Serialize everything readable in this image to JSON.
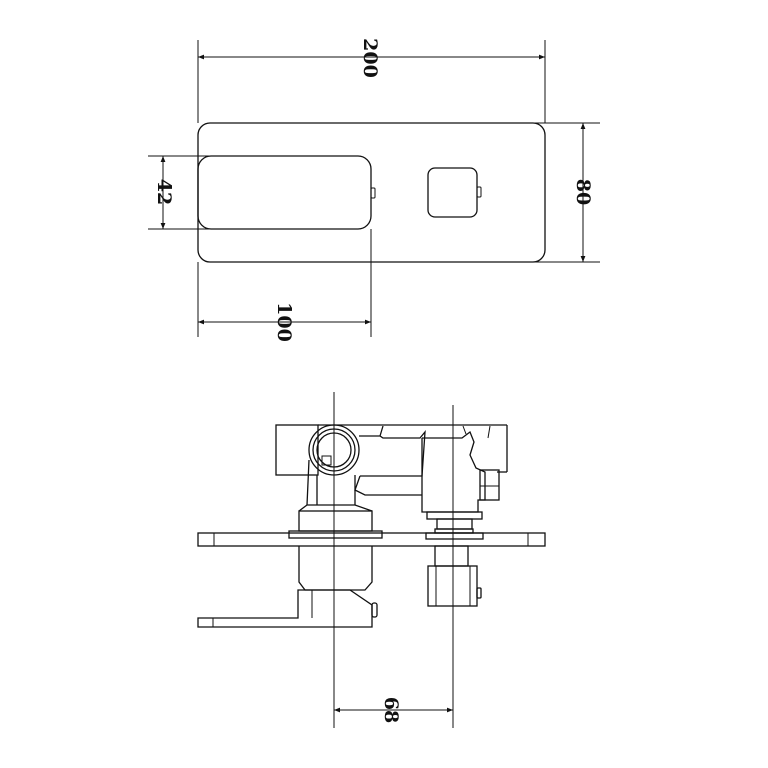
{
  "drawing": {
    "top_view": {
      "dimensions": {
        "overall_width": "200",
        "overall_height": "80",
        "handle_height": "42",
        "handle_offset": "100"
      }
    },
    "side_view": {
      "dimensions": {
        "axis_spacing": "68"
      }
    },
    "colors": {
      "line": "#111111",
      "background": "#ffffff"
    }
  }
}
